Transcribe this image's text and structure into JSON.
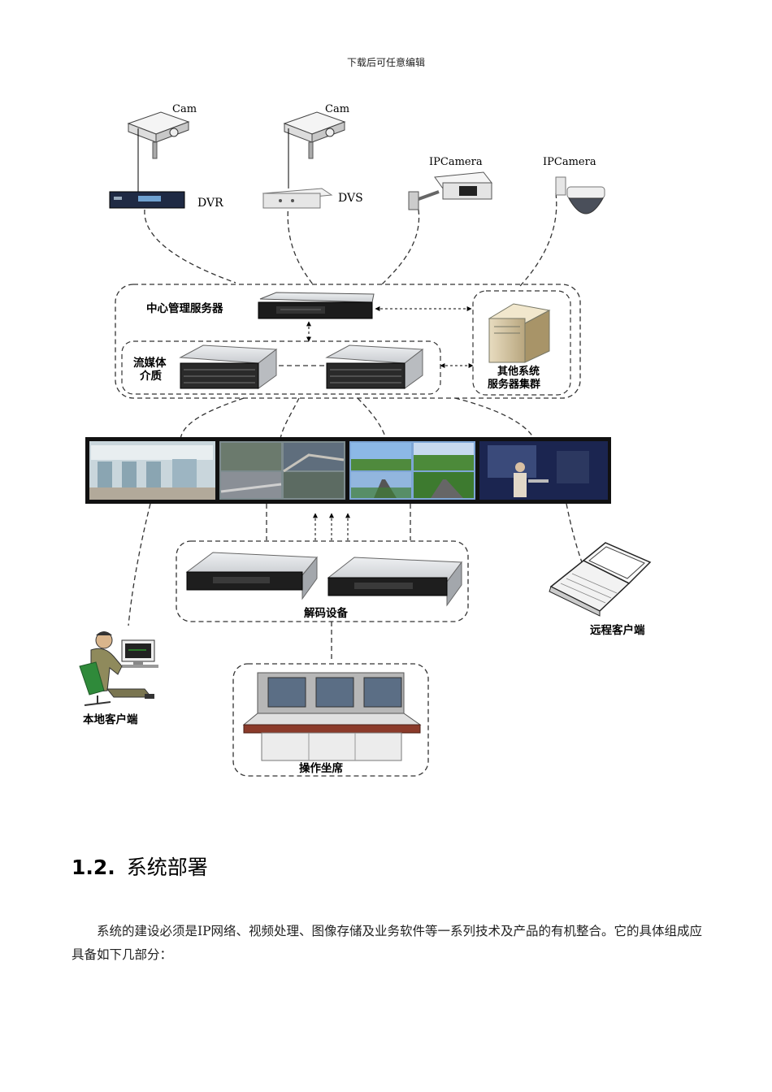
{
  "header": {
    "text": "下载后可任意编辑"
  },
  "diagram": {
    "cam1_label": "Cam",
    "cam2_label": "Cam",
    "dvr_label": "DVR",
    "dvs_label": "DVS",
    "ipcam1_label": "IPCamera",
    "ipcam2_label": "IPCamera",
    "center_server_label": "中心管理服务器",
    "stream_media_line1": "流媒体",
    "stream_media_line2": "介质",
    "other_system_line1": "其他系统",
    "other_system_line2": "服务器集群",
    "decoder_label": "解码设备",
    "remote_client_label": "远程客户端",
    "local_client_label": "本地客户端",
    "console_label": "操作坐席"
  },
  "section": {
    "number": "1.2.",
    "title": "系统部署",
    "paragraph": "系统的建设必须是IP网络、视频处理、图像存储及业务软件等一系列技术及产品的有机整合。它的具体组成应具备如下几部分："
  }
}
